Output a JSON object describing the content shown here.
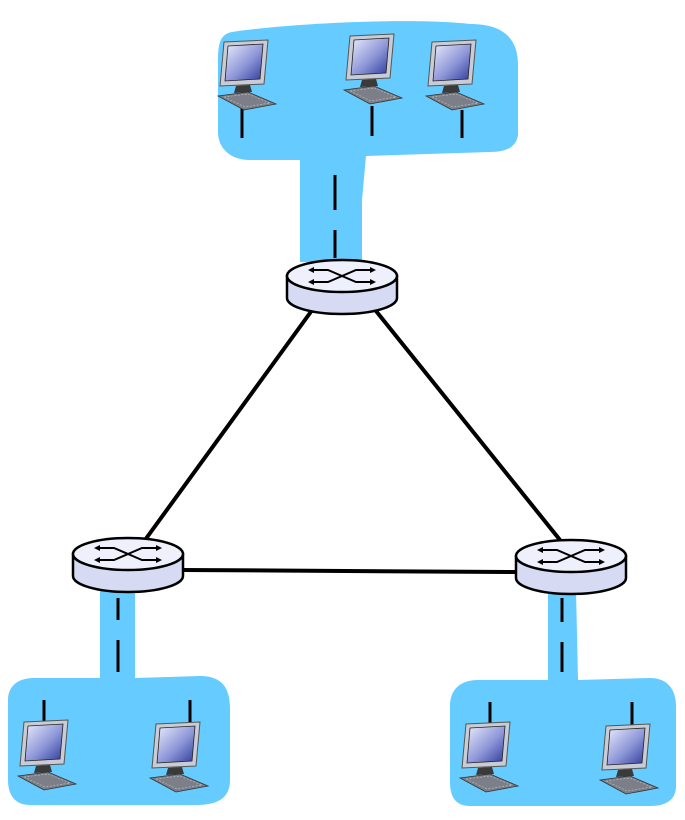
{
  "diagram": {
    "routers": [
      {
        "id": "router-top"
      },
      {
        "id": "router-left"
      },
      {
        "id": "router-right"
      }
    ],
    "links": [
      {
        "from": "router-top",
        "to": "router-left"
      },
      {
        "from": "router-top",
        "to": "router-right"
      },
      {
        "from": "router-left",
        "to": "router-right"
      }
    ],
    "subnets": [
      {
        "id": "subnet-top",
        "router": "router-top",
        "host_count": 3
      },
      {
        "id": "subnet-bottom-left",
        "router": "router-left",
        "host_count": 2
      },
      {
        "id": "subnet-bottom-right",
        "router": "router-right",
        "host_count": 2
      }
    ],
    "colors": {
      "subnet_fill": "#66ccff",
      "router_fill": "#d6daf2",
      "link": "#000000"
    },
    "icons": {
      "host": "desktop-computer-icon",
      "router": "router-icon"
    }
  }
}
